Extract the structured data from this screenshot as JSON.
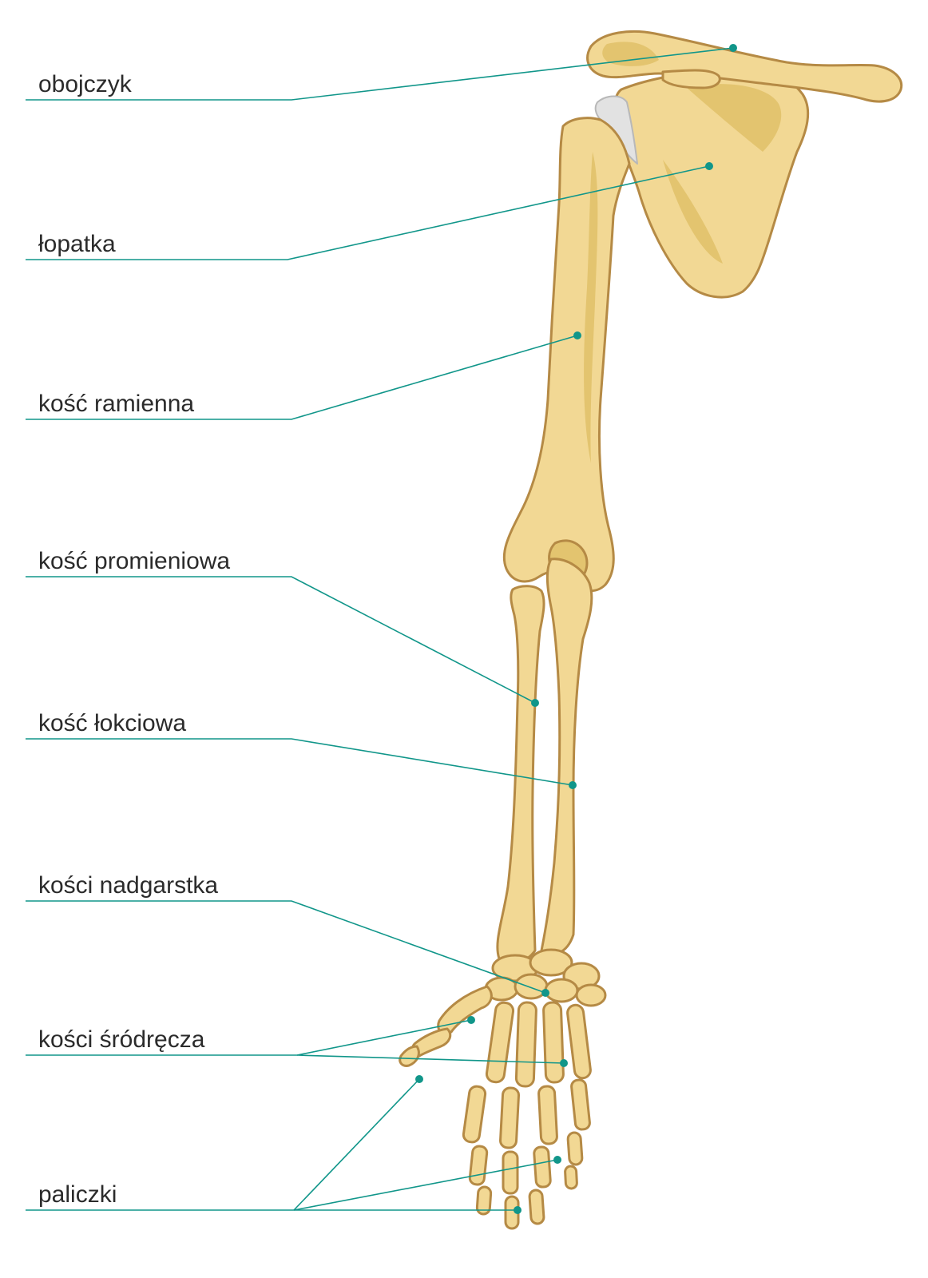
{
  "colors": {
    "bone_fill": "#f2d894",
    "bone_shade": "#e3c46f",
    "bone_outline": "#b58a45",
    "cartilage": "#e2e2e2",
    "leader_line": "#11968a",
    "marker_dot": "#11968a",
    "label_text": "#2b2b2b"
  },
  "labels": [
    {
      "id": "obojczyk",
      "text": "obojczyk"
    },
    {
      "id": "lopatka",
      "text": "łopatka"
    },
    {
      "id": "kosc-ramienna",
      "text": "kość ramienna"
    },
    {
      "id": "kosc-promieniowa",
      "text": "kość promieniowa"
    },
    {
      "id": "kosc-lokciowa",
      "text": "kość łokciowa"
    },
    {
      "id": "kosci-nadgarstka",
      "text": "kości nadgarstka"
    },
    {
      "id": "kosci-srodrecza",
      "text": "kości śródręcza"
    },
    {
      "id": "paliczki",
      "text": "paliczki"
    }
  ]
}
